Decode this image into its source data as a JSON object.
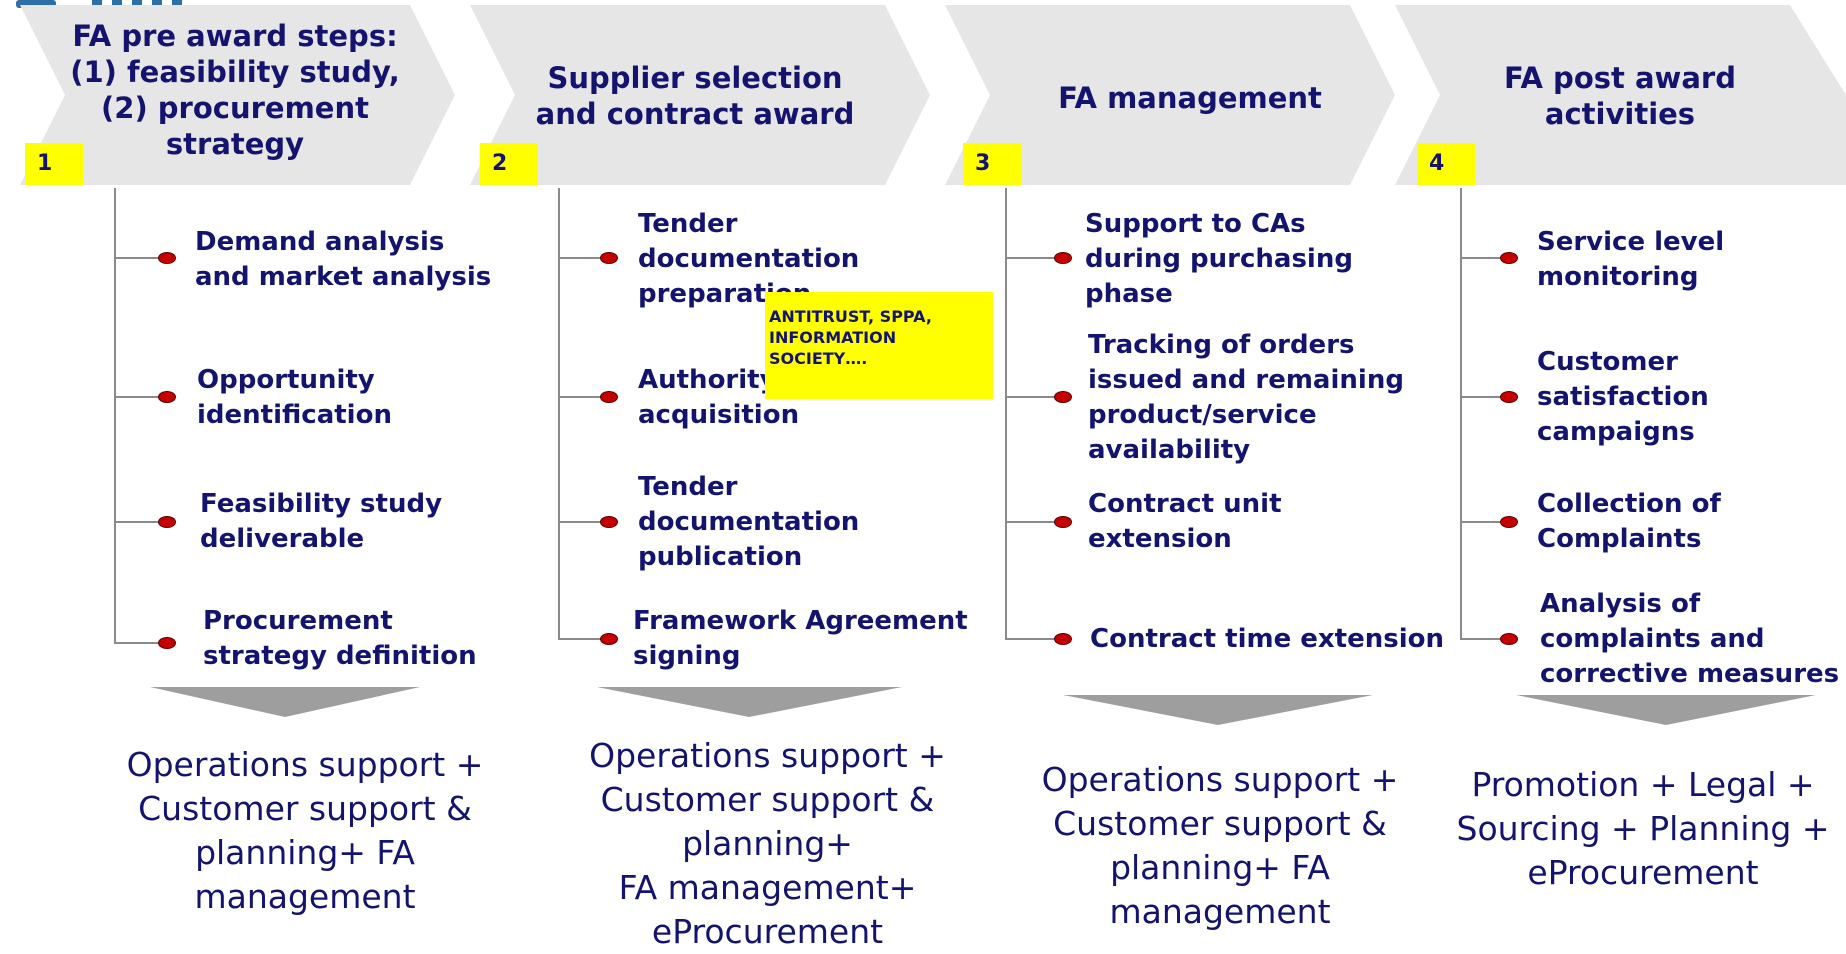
{
  "colors": {
    "chevron_fill": "#e6e6e6",
    "text": "#14146e",
    "highlight": "#ffff00",
    "bullet": "#c40000",
    "connector": "#8a8a8a",
    "funnel": "#9e9e9e",
    "logo": "#2f6fa8"
  },
  "phases": [
    {
      "number": "1",
      "title_lines": [
        "FA pre award steps:",
        "(1)  feasibility study,",
        "(2) procurement",
        "strategy"
      ],
      "steps": [
        {
          "lines": [
            "Demand analysis",
            "and market analysis"
          ]
        },
        {
          "lines": [
            "Opportunity",
            "identification"
          ]
        },
        {
          "lines": [
            "Feasibility study",
            "deliverable"
          ]
        },
        {
          "lines": [
            "Procurement",
            "strategy definition"
          ]
        }
      ],
      "result_lines": [
        "Operations support +",
        "Customer support &",
        "planning+ FA",
        "management"
      ]
    },
    {
      "number": "2",
      "title_lines": [
        "Supplier selection",
        "and contract award"
      ],
      "steps": [
        {
          "lines": [
            "Tender",
            "documentation",
            "preparation"
          ]
        },
        {
          "lines": [
            "Authority",
            "acquisition"
          ]
        },
        {
          "lines": [
            "Tender",
            "documentation",
            "publication"
          ]
        },
        {
          "lines": [
            "Framework Agreement",
            "signing"
          ]
        }
      ],
      "note_lines": [
        "ANTITRUST, SPPA,",
        "INFORMATION",
        "SOCIETY…."
      ],
      "result_lines": [
        "Operations support +",
        "Customer support &",
        "planning+",
        "FA management+",
        "eProcurement"
      ]
    },
    {
      "number": "3",
      "title_lines": [
        "FA management"
      ],
      "steps": [
        {
          "lines": [
            "Support to CAs",
            "during purchasing",
            "phase"
          ]
        },
        {
          "lines": [
            "Tracking of orders",
            "issued and remaining",
            "product/service",
            "availability"
          ]
        },
        {
          "lines": [
            "Contract unit",
            "extension"
          ]
        },
        {
          "lines": [
            "Contract time extension"
          ]
        }
      ],
      "result_lines": [
        "Operations support +",
        "Customer support &",
        "planning+ FA",
        "management"
      ]
    },
    {
      "number": "4",
      "title_lines": [
        "FA post award",
        "activities"
      ],
      "steps": [
        {
          "lines": [
            "Service level",
            "monitoring"
          ]
        },
        {
          "lines": [
            "Customer",
            "satisfaction",
            "campaigns"
          ]
        },
        {
          "lines": [
            "Collection of",
            "Complaints"
          ]
        },
        {
          "lines": [
            "Analysis of",
            "complaints and",
            "corrective measures"
          ]
        }
      ],
      "result_lines": [
        "Promotion + Legal +",
        "Sourcing + Planning +",
        "eProcurement"
      ]
    }
  ]
}
